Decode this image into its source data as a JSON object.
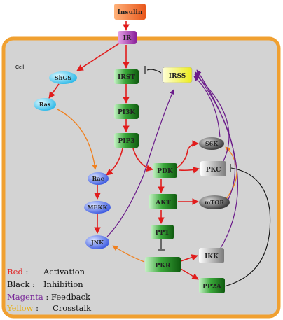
{
  "cell_label": "Cell",
  "nodes": {
    "insulin": "Insulin",
    "ir": "IR",
    "irst": "IRST",
    "irss": "IRSS",
    "pi3k": "PI3K",
    "pip3": "PIP3",
    "shgs": "ShGS",
    "ras": "Ras",
    "rac": "Rac",
    "mekk": "MEKK",
    "jnk": "JNK",
    "pdk": "PDK",
    "akt": "AKT",
    "pp1": "PP1",
    "pkr": "PKR",
    "s6k": "S6K",
    "pkc": "PKC",
    "mtor": "mTOR",
    "ikk": "IKK",
    "pp2a": "PP2A"
  },
  "legend": [
    {
      "key": "Red",
      "sep": " :",
      "desc": "Activation",
      "color": "#e11c1c"
    },
    {
      "key": "Black",
      "sep": " :",
      "desc": "Inhibition",
      "color": "#111111"
    },
    {
      "key": "Magenta",
      "sep": " :",
      "desc": "Feedback",
      "color": "#7a2a9a"
    },
    {
      "key": "Yellow",
      "sep": " :",
      "desc": "Crosstalk",
      "color": "#e7b21b"
    }
  ],
  "colors": {
    "activation": "#e11c1c",
    "inhibition": "#111111",
    "feedback": "#6a1a8a",
    "crosstalk": "#f0801e"
  }
}
